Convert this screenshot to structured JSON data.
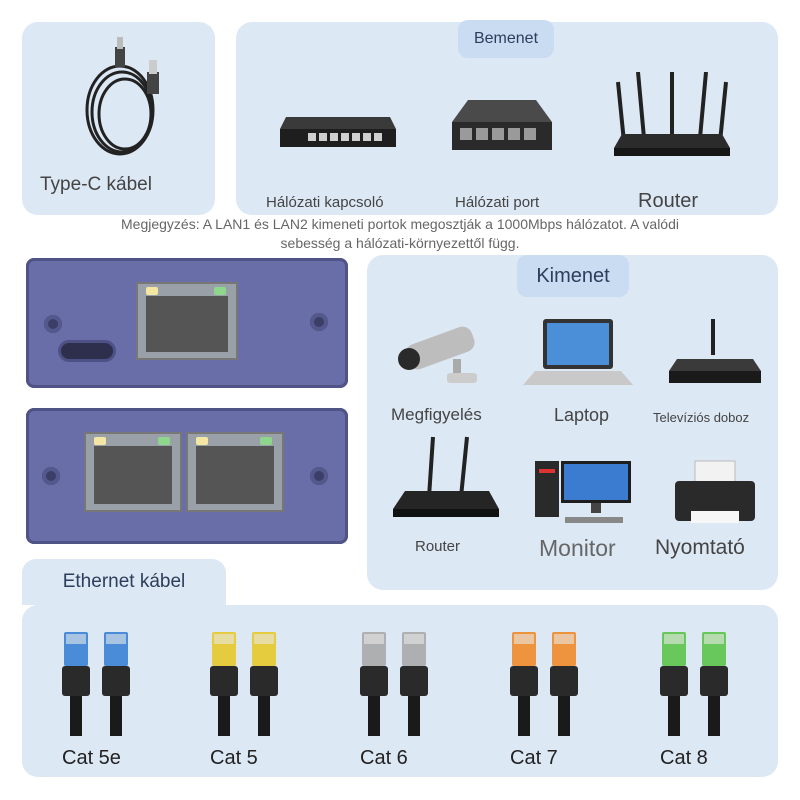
{
  "top_left": {
    "label": "Type-C kábel"
  },
  "input_section": {
    "tab": "Bemenet",
    "items": [
      "Hálózati kapcsoló",
      "Hálózati port",
      "Router"
    ]
  },
  "note": {
    "line1": "Megjegyzés: A LAN1 és LAN2 kimeneti portok megosztják a 1000Mbps hálózatot. A valódi",
    "line2": "sebesség a hálózati-környezettől függ."
  },
  "output_section": {
    "tab": "Kimenet",
    "items": [
      "Megfigyelés",
      "Laptop",
      "Televíziós doboz",
      "Router",
      "Monitor",
      "Nyomtató"
    ]
  },
  "cable_section": {
    "tab": "Ethernet kábel",
    "items": [
      {
        "label": "Cat 5e",
        "color": "#3b82d6"
      },
      {
        "label": "Cat 5",
        "color": "#e6c92a"
      },
      {
        "label": "Cat 6",
        "color": "#a8a8a8"
      },
      {
        "label": "Cat 7",
        "color": "#f08a2a"
      },
      {
        "label": "Cat 8",
        "color": "#5cc44a"
      }
    ]
  }
}
